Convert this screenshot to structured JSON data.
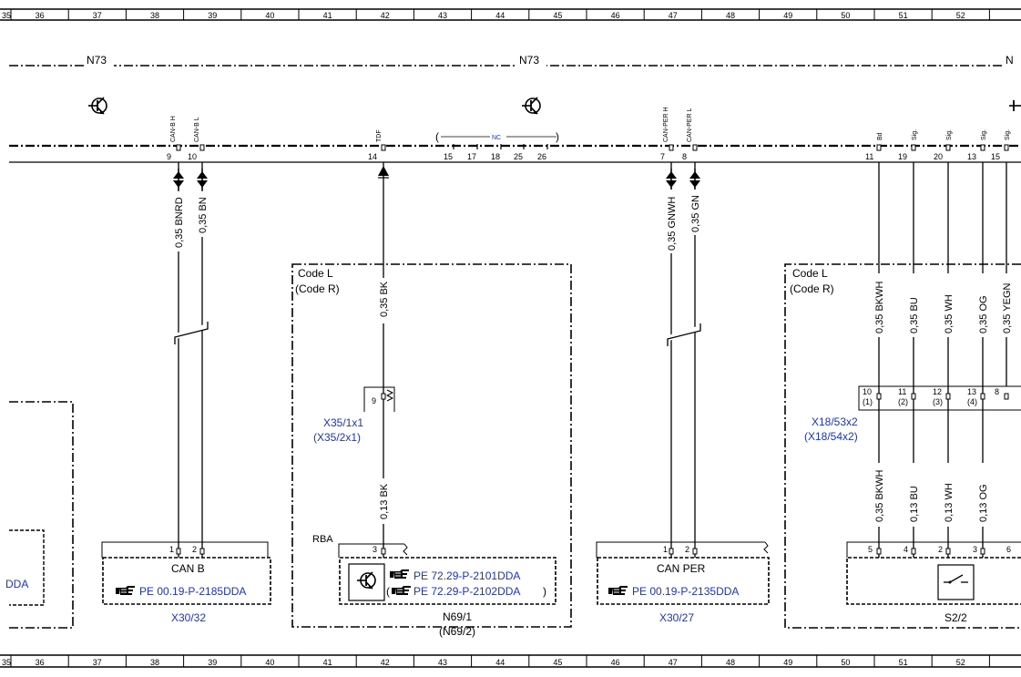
{
  "grid": {
    "columns": [
      "35",
      "36",
      "37",
      "38",
      "39",
      "40",
      "41",
      "42",
      "43",
      "44",
      "45",
      "46",
      "47",
      "48",
      "49",
      "50",
      "51",
      "52"
    ]
  },
  "components": {
    "n73_left": "N73",
    "n73_center": "N73",
    "n73_right": "N"
  },
  "pins_top": {
    "can_b_h": {
      "num": "9",
      "label": "CAN-B H"
    },
    "can_b_l": {
      "num": "10",
      "label": "CAN-B L"
    },
    "tdf": {
      "num": "14",
      "label": "TDF"
    },
    "nc_group": {
      "nums": [
        "15",
        "17",
        "18",
        "25",
        "26"
      ],
      "label": "NC",
      "open": "(",
      "close": ")"
    },
    "can_per_h": {
      "num": "7",
      "label": "CAN-PER H"
    },
    "can_per_l": {
      "num": "8",
      "label": "CAN-PER L"
    },
    "sig_pins": [
      {
        "num": "11",
        "label": "Bd"
      },
      {
        "num": "19",
        "label": "Sig."
      },
      {
        "num": "20",
        "label": "Sig."
      },
      {
        "num": "13",
        "label": "Sig."
      },
      {
        "num": "15",
        "label": "Sig."
      }
    ]
  },
  "wires": {
    "can_b_h": "0,35 BNRD",
    "can_b_l": "0,35 BN",
    "tdf_upper": "0,35 BK",
    "tdf_lower": "0,13 BK",
    "can_per_h": "0,35 GNWH",
    "can_per_l": "0,35 GN",
    "s22_upper": [
      "0,35 BKWH",
      "0,35 BU",
      "0,35 WH",
      "0,35 OG",
      "0,35 YEGN"
    ],
    "s22_lower": [
      "0,35 BKWH",
      "0,13 BU",
      "0,13 WH",
      "0,13 OG"
    ]
  },
  "code_boxes": {
    "left_line1": "Code L",
    "left_line2": "(Code R)",
    "right_line1": "Code L",
    "right_line2": "(Code R)"
  },
  "connectors": {
    "x35": {
      "pin": "9",
      "label1": "X35/1x1",
      "label2": "(X35/2x1)"
    },
    "x18": {
      "pins": [
        {
          "num": "10",
          "alt": "(1)"
        },
        {
          "num": "11",
          "alt": "(2)"
        },
        {
          "num": "12",
          "alt": "(3)"
        },
        {
          "num": "13",
          "alt": "(4)"
        },
        {
          "num": "8",
          "alt": ""
        }
      ],
      "label1": "X18/53x2",
      "label2": "(X18/54x2)"
    }
  },
  "modules": {
    "left_partial_ref": "DDA",
    "x30_32": {
      "pin1": "1",
      "pin2": "2",
      "title": "CAN B",
      "ref": "PE 00.19-P-2185DDA",
      "label": "X30/32"
    },
    "n69": {
      "rba": "RBA",
      "pin": "3",
      "ref1": "PE 72.29-P-2101DDA",
      "ref2_open": "(",
      "ref2": "PE 72.29-P-2102DDA",
      "ref2_close": ")",
      "label1": "N69/1",
      "label2": "(N69/2)"
    },
    "x30_27": {
      "pin1": "1",
      "pin2": "2",
      "title": "CAN PER",
      "ref": "PE 00.19-P-2135DDA",
      "label": "X30/27"
    },
    "s2_2": {
      "pins": [
        "5",
        "4",
        "2",
        "3",
        "6"
      ],
      "label": "S2/2"
    }
  },
  "colors": {
    "line": "#000000",
    "reference": "#1a33cc"
  },
  "icons": [
    "transistor-symbol-icon",
    "pointing-hand-icon",
    "switch-symbol-icon",
    "resistor-icon"
  ]
}
